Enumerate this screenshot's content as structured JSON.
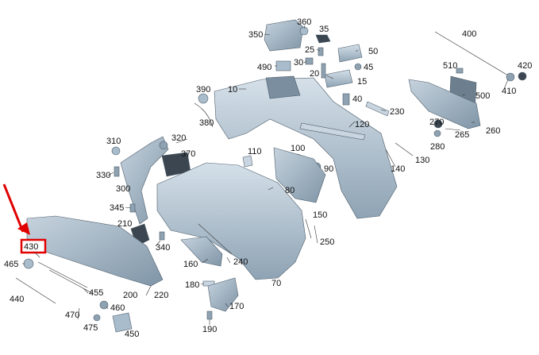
{
  "diagram": {
    "highlight": {
      "label": "430",
      "color": "#e00000"
    },
    "labels": [
      "360",
      "350",
      "35",
      "25",
      "50",
      "490",
      "30",
      "45",
      "20",
      "15",
      "10",
      "390",
      "40",
      "380",
      "230",
      "400",
      "510",
      "420",
      "500",
      "410",
      "270",
      "260",
      "280",
      "265",
      "120",
      "310",
      "320",
      "370",
      "110",
      "100",
      "90",
      "140",
      "130",
      "330",
      "80",
      "300",
      "345",
      "150",
      "210",
      "340",
      "250",
      "160",
      "240",
      "465",
      "70",
      "440",
      "455",
      "200",
      "220",
      "180",
      "170",
      "460",
      "470",
      "475",
      "450",
      "190"
    ],
    "colors": {
      "part_fill": "#a9bccb",
      "part_light": "#c9d6e1",
      "part_dark": "#3b4650",
      "leader": "#333333",
      "highlight": "#e00000"
    }
  }
}
